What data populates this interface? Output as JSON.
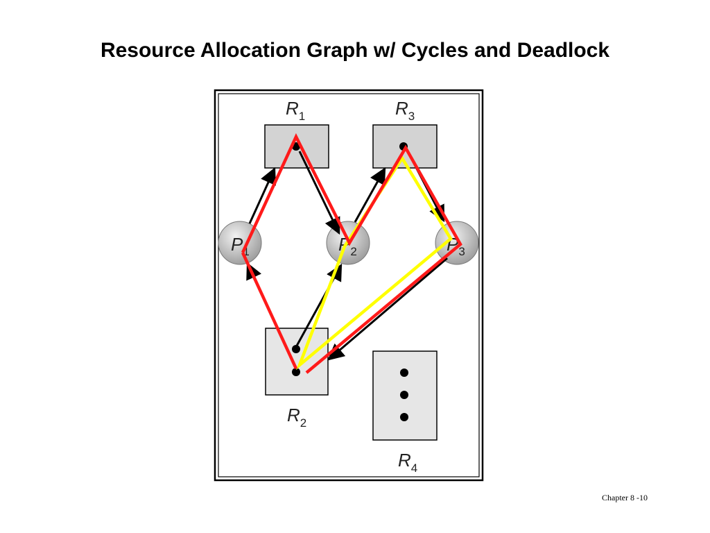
{
  "slide": {
    "title": "Resource Allocation Graph w/ Cycles and Deadlock",
    "footer": "Chapter 8 -10"
  },
  "diagram": {
    "resources": [
      {
        "id": "R1",
        "letter": "R",
        "sub": "1",
        "instances": 1
      },
      {
        "id": "R2",
        "letter": "R",
        "sub": "2",
        "instances": 2
      },
      {
        "id": "R3",
        "letter": "R",
        "sub": "3",
        "instances": 1
      },
      {
        "id": "R4",
        "letter": "R",
        "sub": "4",
        "instances": 3
      }
    ],
    "processes": [
      {
        "id": "P1",
        "letter": "P",
        "sub": "1"
      },
      {
        "id": "P2",
        "letter": "P",
        "sub": "2"
      },
      {
        "id": "P3",
        "letter": "P",
        "sub": "3"
      }
    ],
    "edges": [
      {
        "from": "P1",
        "to": "R1",
        "kind": "request"
      },
      {
        "from": "R1",
        "to": "P2",
        "kind": "assignment"
      },
      {
        "from": "P2",
        "to": "R3",
        "kind": "request"
      },
      {
        "from": "R3",
        "to": "P3",
        "kind": "assignment"
      },
      {
        "from": "P3",
        "to": "R2",
        "kind": "request"
      },
      {
        "from": "R2",
        "to": "P1",
        "kind": "assignment"
      },
      {
        "from": "R2",
        "to": "P2",
        "kind": "assignment"
      }
    ],
    "cycles": [
      {
        "color": "#ff1a1a",
        "path": [
          "P1",
          "R1",
          "P2",
          "R3",
          "P3",
          "R2",
          "P1"
        ]
      },
      {
        "color": "#ffff00",
        "path": [
          "P2",
          "R3",
          "P3",
          "R2",
          "P2"
        ]
      }
    ],
    "colors": {
      "resource_fill_top": "#d3d3d3",
      "resource_fill_bottom": "#e6e6e6",
      "process_fill": "#c8c8c8",
      "edge": "#000000",
      "highlight_red": "#ff1a1a",
      "highlight_yellow": "#ffff00"
    }
  }
}
